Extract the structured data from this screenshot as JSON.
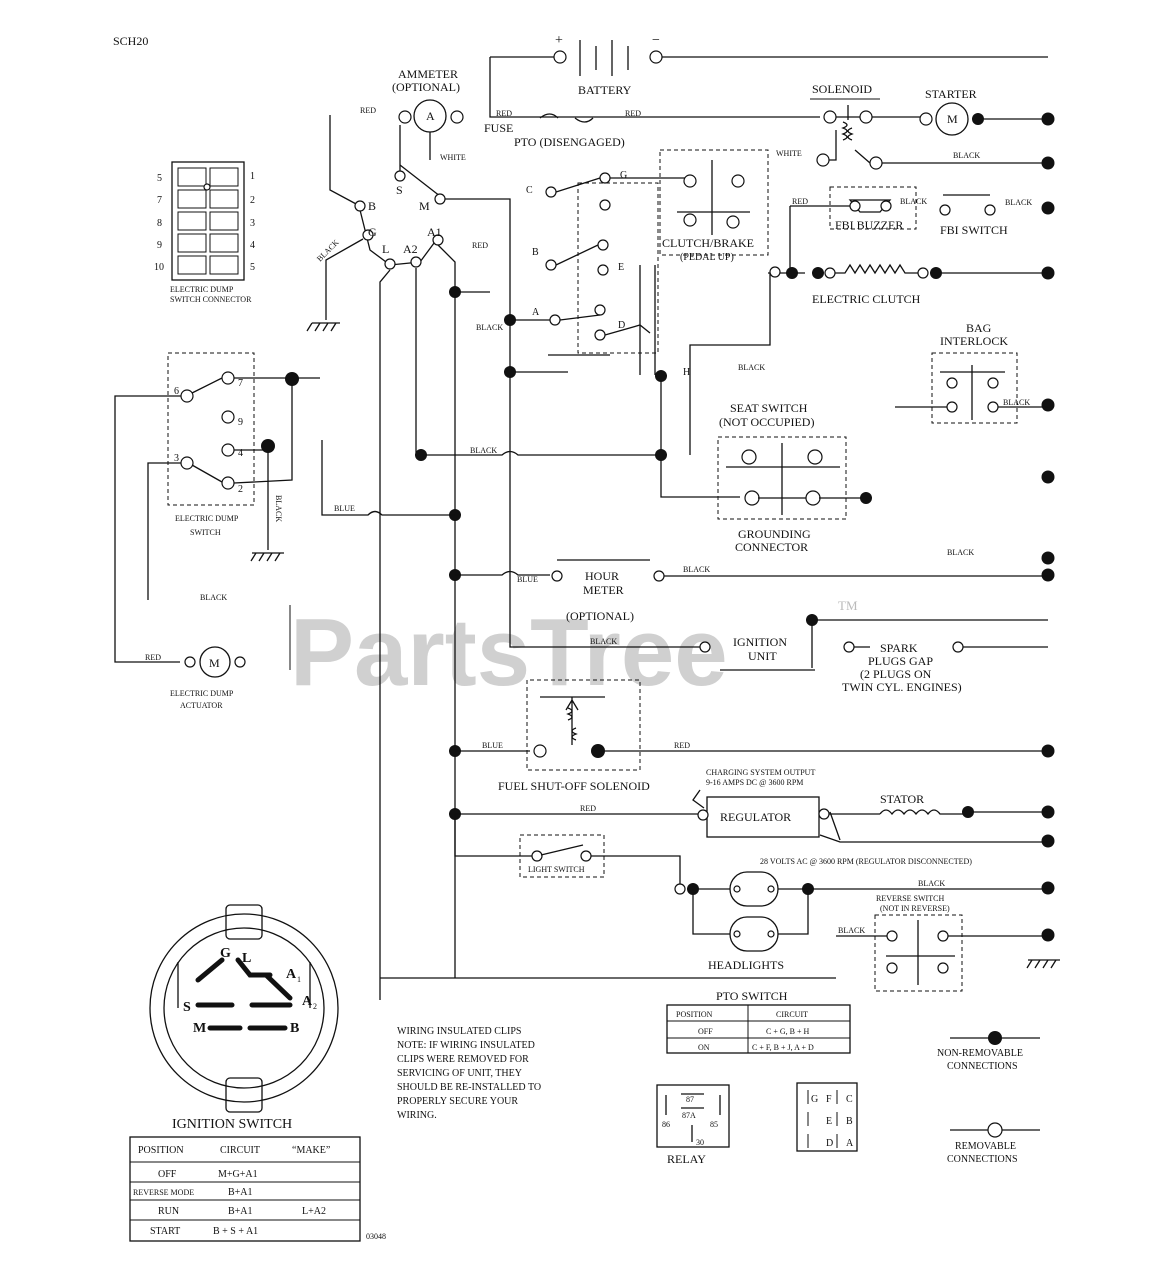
{
  "diagram": {
    "code": "SCH20",
    "figure_number": "03048",
    "watermark": "PartsTree",
    "watermark_tm": "TM",
    "components": {
      "battery": "BATTERY",
      "battery_pos": "+",
      "battery_neg": "−",
      "ammeter": "AMMETER",
      "ammeter_opt": "(OPTIONAL)",
      "ammeter_symbol": "A",
      "fuse": "FUSE",
      "pto": "PTO (DISENGAGED)",
      "solenoid": "SOLENOID",
      "starter": "STARTER",
      "starter_symbol": "M",
      "clutch_brake": "CLUTCH/BRAKE",
      "clutch_brake_sub": "(PEDAL UP)",
      "fbi_buzzer": "FBI BUZZER",
      "fbi_switch": "FBI SWITCH",
      "electric_clutch": "ELECTRIC CLUTCH",
      "bag_interlock_1": "BAG",
      "bag_interlock_2": "INTERLOCK",
      "seat_switch_1": "SEAT SWITCH",
      "seat_switch_2": "(NOT OCCUPIED)",
      "grounding_1": "GROUNDING",
      "grounding_2": "CONNECTOR",
      "hour_meter_1": "HOUR",
      "hour_meter_2": "METER",
      "hour_meter_3": "(OPTIONAL)",
      "ignition_unit_1": "IGNITION",
      "ignition_unit_2": "UNIT",
      "spark_1": "SPARK",
      "spark_2": "PLUGS GAP",
      "spark_3": "(2 PLUGS ON",
      "spark_4": "TWIN CYL. ENGINES)",
      "fuel_solenoid": "FUEL SHUT-OFF SOLENOID",
      "charging_1": "CHARGING SYSTEM OUTPUT",
      "charging_2": "9-16 AMPS DC @ 3600 RPM",
      "regulator": "REGULATOR",
      "stator": "STATOR",
      "stator_note": "28 VOLTS AC @ 3600 RPM (REGULATOR DISCONNECTED)",
      "light_switch": "LIGHT SWITCH",
      "headlights": "HEADLIGHTS",
      "reverse_switch_1": "REVERSE SWITCH",
      "reverse_switch_2": "(NOT IN REVERSE)",
      "dump_connector_1": "ELECTRIC DUMP",
      "dump_connector_2": "SWITCH CONNECTOR",
      "dump_switch_1": "ELECTRIC DUMP",
      "dump_switch_2": "SWITCH",
      "dump_actuator_1": "ELECTRIC DUMP",
      "dump_actuator_2": "ACTUATOR",
      "dump_actuator_symbol": "M",
      "ignition_switch": "IGNITION SWITCH",
      "relay": "RELAY"
    },
    "wire_colors": {
      "red": "RED",
      "white": "WHITE",
      "black": "BLACK",
      "blue": "BLUE"
    },
    "ignition_terminals": {
      "S": "S",
      "B": "B",
      "M": "M",
      "G": "G",
      "L": "L",
      "A2": "A2",
      "A1": "A1"
    },
    "ignition_face": {
      "G": "G",
      "L": "L",
      "A1": "A",
      "A1_sub": "1",
      "A2": "A",
      "A2_sub": "2",
      "S": "S",
      "M": "M",
      "B": "B"
    },
    "pto_contacts": {
      "C": "C",
      "G": "G",
      "B": "B",
      "E": "E",
      "A": "A",
      "D": "D",
      "H": "H"
    },
    "dump_connector_pins": [
      "5",
      "1",
      "7",
      "2",
      "8",
      "3",
      "9",
      "4",
      "10",
      "5"
    ],
    "dump_switch_pins": [
      "6",
      "7",
      "9",
      "4",
      "3",
      "2"
    ],
    "relay_pins": {
      "p86": "86",
      "p87": "87",
      "p87a": "87A",
      "p85": "85",
      "p30": "30"
    },
    "pto_grid_letters": {
      "G": "G",
      "F": "F",
      "C": "C",
      "E": "E",
      "B": "B",
      "D": "D",
      "A": "A"
    },
    "clips_note": {
      "title": "WIRING INSULATED CLIPS",
      "line1": "NOTE: IF WIRING INSULATED",
      "line2": "CLIPS WERE REMOVED FOR",
      "line3": "SERVICING OF UNIT, THEY",
      "line4": "SHOULD BE RE-INSTALLED TO",
      "line5": "PROPERLY SECURE YOUR",
      "line6": "WIRING."
    },
    "legend": {
      "non_removable_1": "NON-REMOVABLE",
      "non_removable_2": "CONNECTIONS",
      "removable_1": "REMOVABLE",
      "removable_2": "CONNECTIONS"
    },
    "pto_switch_table": {
      "title": "PTO SWITCH",
      "headers": [
        "POSITION",
        "CIRCUIT"
      ],
      "rows": [
        [
          "OFF",
          "C + G, B + H"
        ],
        [
          "ON",
          "C + F, B + J, A + D"
        ]
      ]
    },
    "ignition_table": {
      "headers": [
        "POSITION",
        "CIRCUIT",
        "“MAKE”"
      ],
      "rows": [
        [
          "OFF",
          "M+G+A1",
          ""
        ],
        [
          "REVERSE MODE",
          "B+A1",
          ""
        ],
        [
          "RUN",
          "B+A1",
          "L+A2"
        ],
        [
          "START",
          "B + S + A1",
          ""
        ]
      ]
    }
  }
}
